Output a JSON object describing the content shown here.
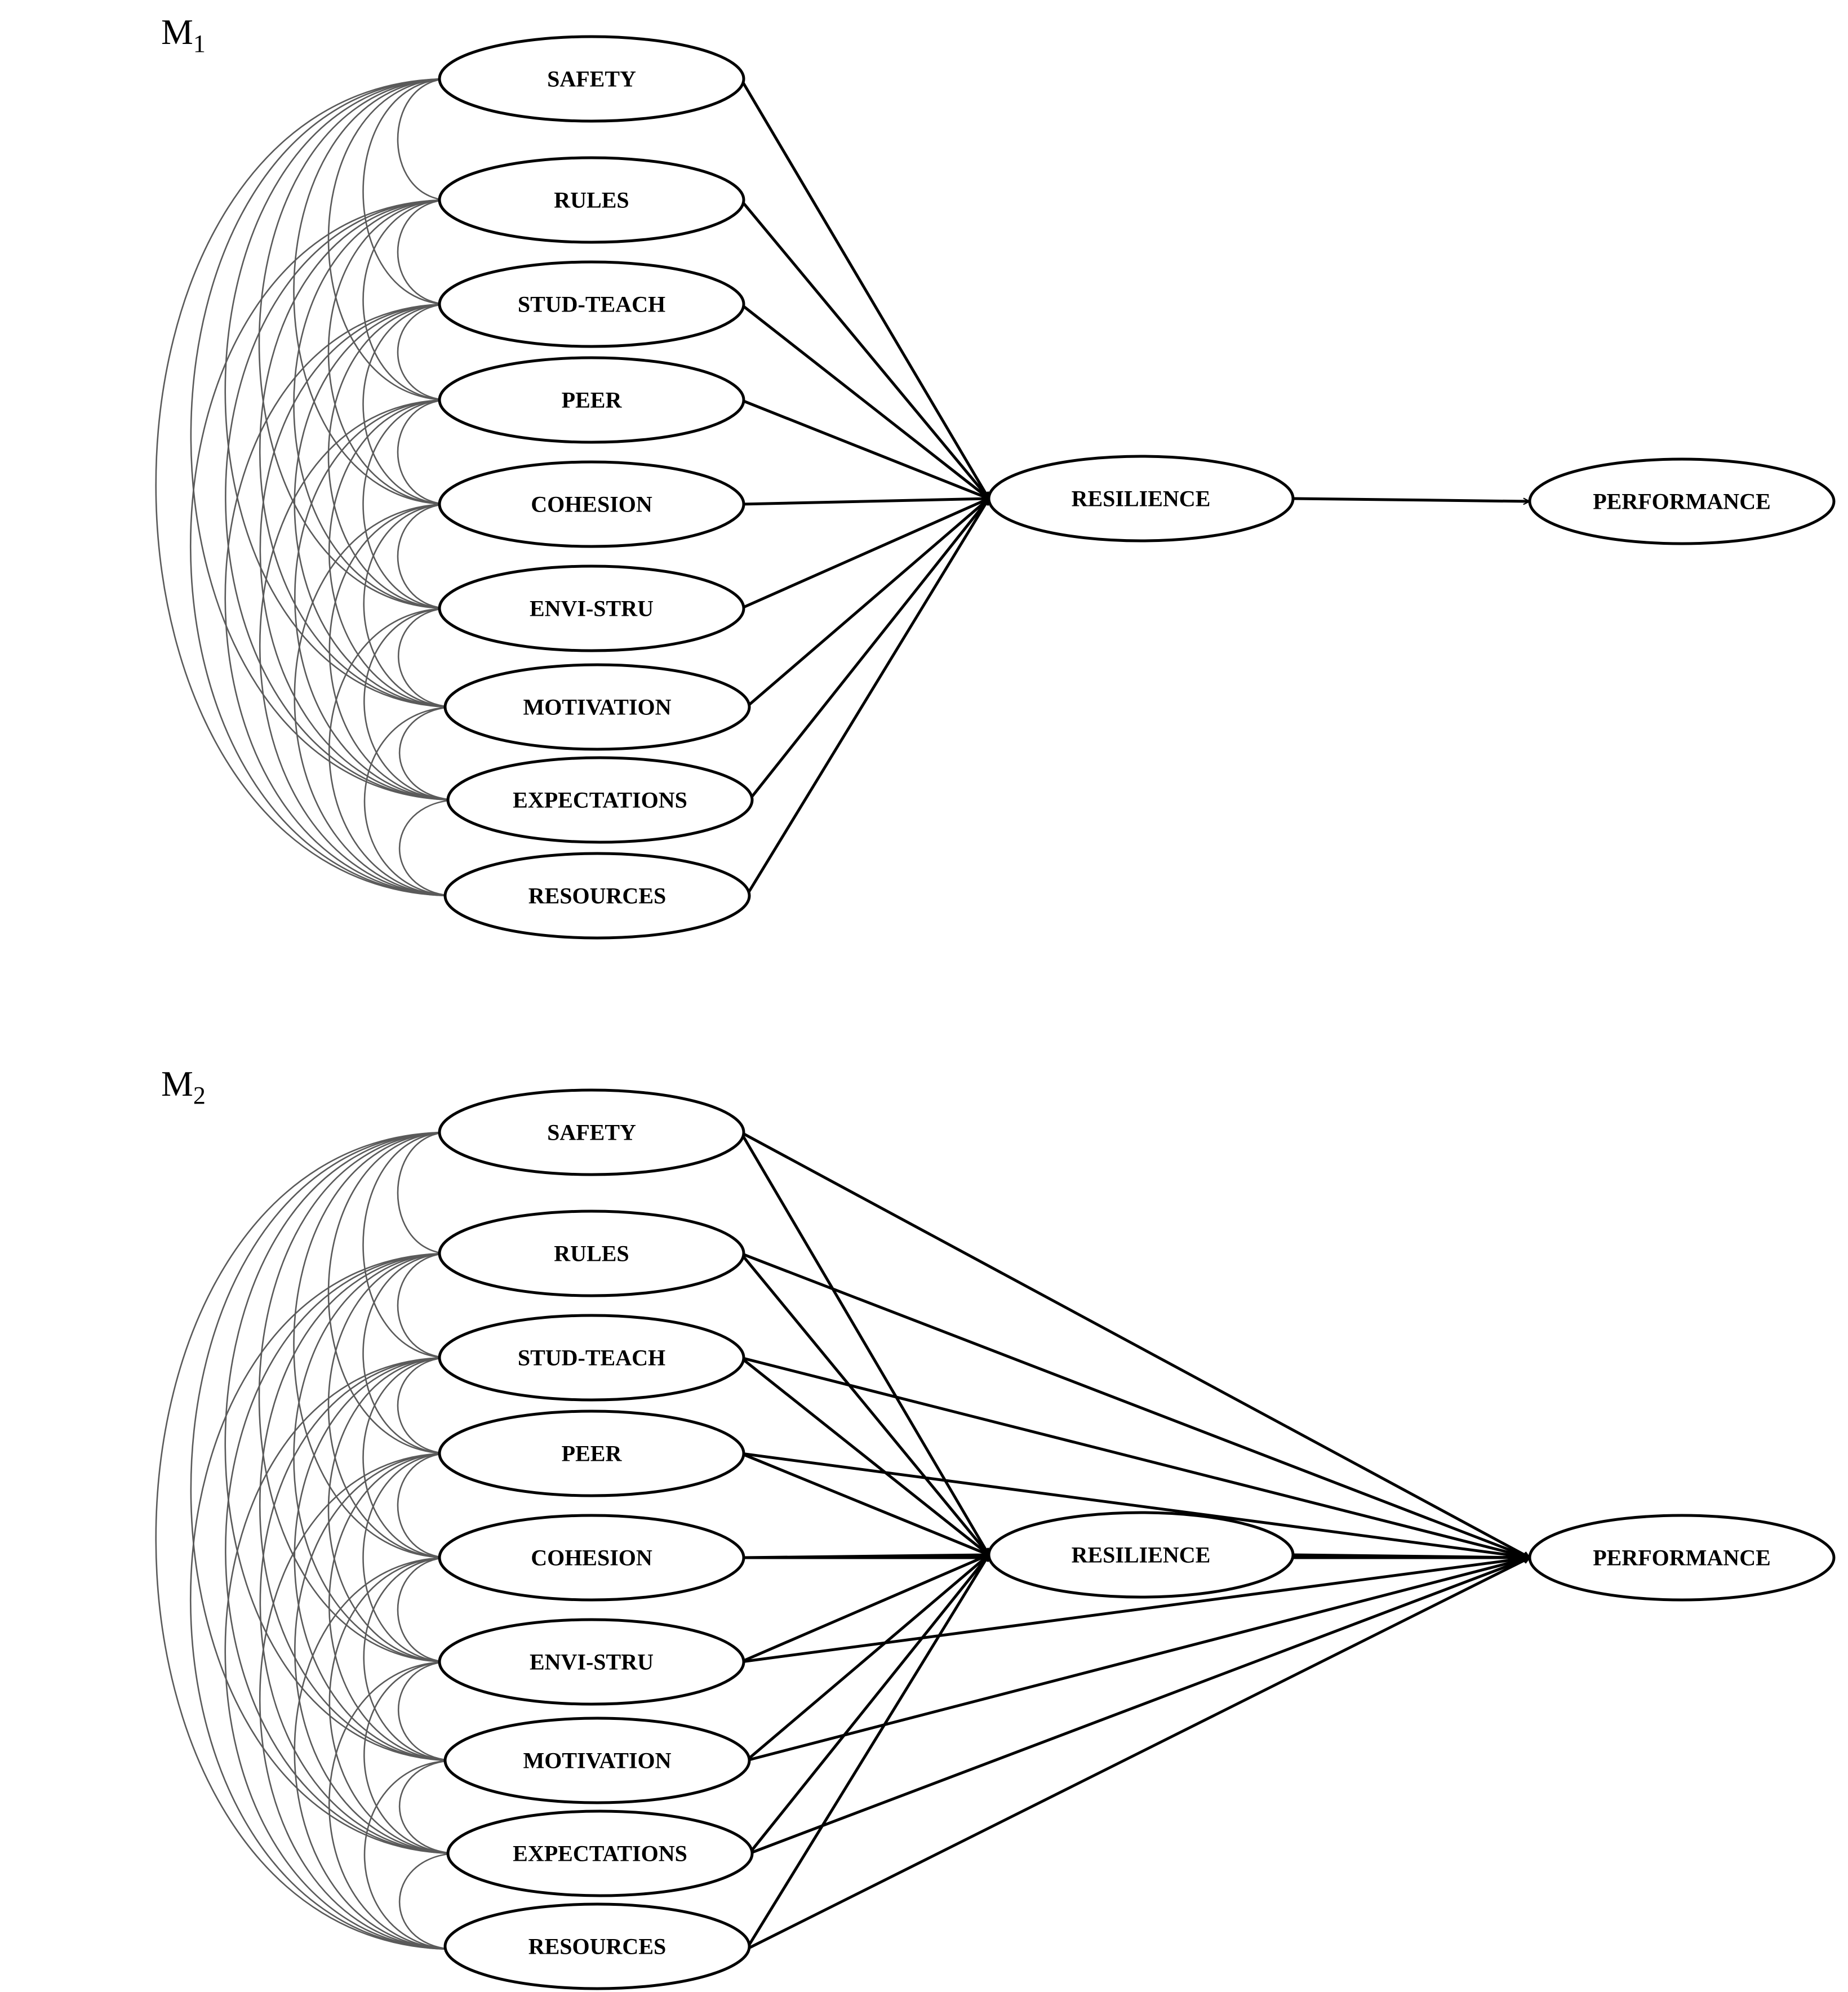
{
  "colors": {
    "path": "#000000",
    "covariance": "#5a5a5a",
    "background": "#ffffff"
  },
  "models": [
    {
      "id": "m1",
      "label_main": "M",
      "label_sub": "1",
      "predictors": [
        "SAFETY",
        "RULES",
        "STUD-TEACH",
        "PEER",
        "COHESION",
        "ENVI-STRU",
        "MOTIVATION",
        "EXPECTATIONS",
        "RESOURCES"
      ],
      "mediator": "RESILIENCE",
      "outcome": "PERFORMANCE",
      "direct_paths": false
    },
    {
      "id": "m2",
      "label_main": "M",
      "label_sub": "2",
      "predictors": [
        "SAFETY",
        "RULES",
        "STUD-TEACH",
        "PEER",
        "COHESION",
        "ENVI-STRU",
        "MOTIVATION",
        "EXPECTATIONS",
        "RESOURCES"
      ],
      "mediator": "RESILIENCE",
      "outcome": "PERFORMANCE",
      "direct_paths": true
    }
  ]
}
